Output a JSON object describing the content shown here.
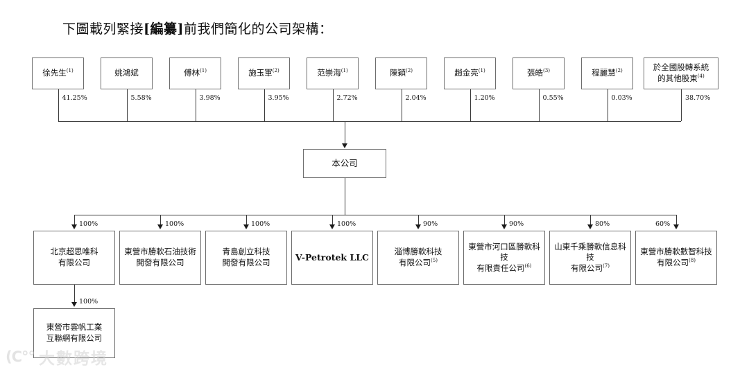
{
  "title": {
    "prefix": "下圖載列緊接",
    "bold": "[編纂]",
    "suffix": "前我們簡化的公司架構："
  },
  "colors": {
    "box_border": "#6e6e6e",
    "line": "#3b3b3b",
    "text": "#111111",
    "background": "#ffffff",
    "watermark": "#cfcfcf"
  },
  "shareholders": [
    {
      "name": "徐先生",
      "note": "(1)",
      "pct": "41.25%"
    },
    {
      "name": "姚鴻斌",
      "note": "",
      "pct": "5.58%"
    },
    {
      "name": "傅林",
      "note": "(1)",
      "pct": "3.98%"
    },
    {
      "name": "施玉軍",
      "note": "(2)",
      "pct": "3.95%"
    },
    {
      "name": "范崇海",
      "note": "(1)",
      "pct": "2.72%"
    },
    {
      "name": "陳穎",
      "note": "(2)",
      "pct": "2.04%"
    },
    {
      "name": "趙金亮",
      "note": "(1)",
      "pct": "1.20%"
    },
    {
      "name": "張皓",
      "note": "(3)",
      "pct": "0.55%"
    },
    {
      "name": "程麗慧",
      "note": "(2)",
      "pct": "0.03%"
    },
    {
      "name": "於全國股轉系統\n的其他股東",
      "note": "(4)",
      "pct": "38.70%"
    }
  ],
  "company": {
    "name": "本公司"
  },
  "subsidiaries": [
    {
      "name": "北京超思唯科\n有限公司",
      "note": "",
      "pct": "100%",
      "latin": false
    },
    {
      "name": "東營市勝軟石油技術\n開發有限公司",
      "note": "",
      "pct": "100%",
      "latin": false
    },
    {
      "name": "青島創立科技\n開發有限公司",
      "note": "",
      "pct": "100%",
      "latin": false
    },
    {
      "name": "V-Petrotek LLC",
      "note": "",
      "pct": "100%",
      "latin": true
    },
    {
      "name": "淄博勝軟科技\n有限公司",
      "note": "(5)",
      "pct": "90%",
      "latin": false
    },
    {
      "name": "東營市河口區勝軟科技\n有限責任公司",
      "note": "(6)",
      "pct": "90%",
      "latin": false
    },
    {
      "name": "山東千乘勝軟信息科技\n有限公司",
      "note": "(7)",
      "pct": "80%",
      "latin": false
    },
    {
      "name": "東營市勝軟數智科技\n有限公司",
      "note": "(8)",
      "pct": "60%",
      "latin": false
    }
  ],
  "sub_subsidiary": {
    "name": "東營市雲帆工業\n互聯網有限公司",
    "note": "",
    "pct": "100%"
  },
  "watermark": {
    "logo": "(C°°",
    "text": "大數跨境"
  }
}
